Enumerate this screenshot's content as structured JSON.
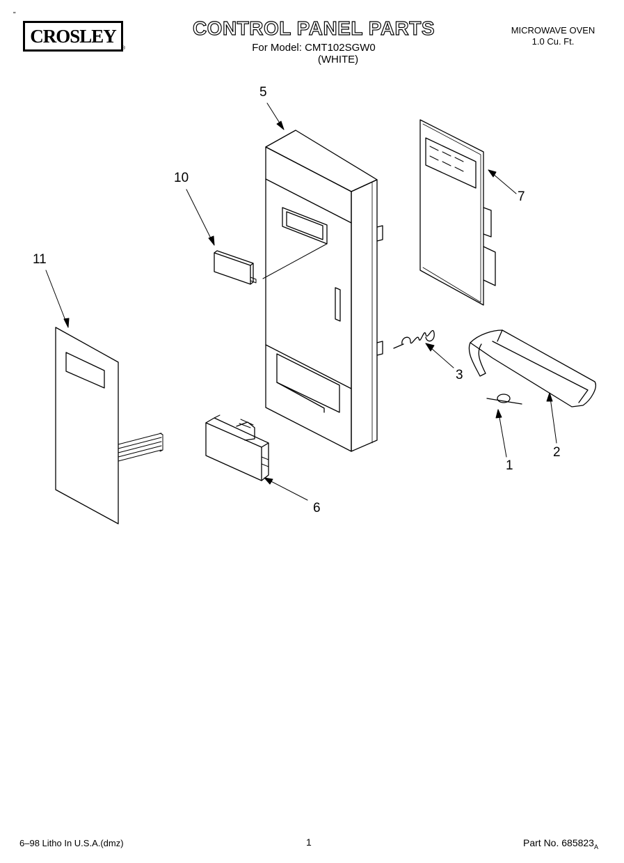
{
  "header": {
    "brand": "CROSLEY",
    "brand_mark": "®",
    "corner_mark": "\"",
    "title": "CONTROL PANEL PARTS",
    "model_line": "For Model: CMT102SGW0",
    "variant": "(WHITE)",
    "product_type": "MICROWAVE OVEN",
    "capacity": "1.0 Cu. Ft."
  },
  "callouts": [
    "1",
    "2",
    "3",
    "5",
    "6",
    "7",
    "10",
    "11"
  ],
  "footer": {
    "print_info": "6–98 Litho In U.S.A.(dmz)",
    "page": "1",
    "part_no": "Part No. 685823",
    "part_no_mark": "A"
  },
  "colors": {
    "ink": "#000000",
    "paper": "#ffffff"
  }
}
